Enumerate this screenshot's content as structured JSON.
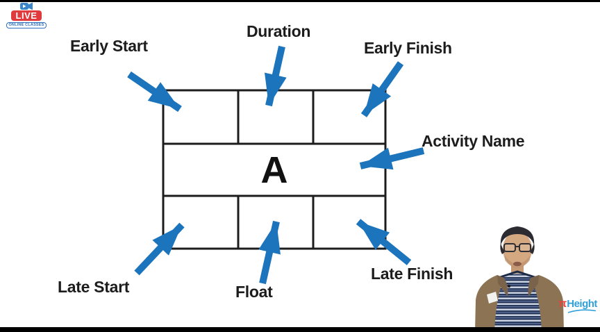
{
  "theme": {
    "arrow_blue": "#1b74bc",
    "line_black": "#1c1c1c",
    "live_red": "#e03a3d",
    "badge_blue": "#2f6fbe",
    "badge_cam_blue": "#3a86c8",
    "logo_red": "#e8433e",
    "logo_blue": "#31a0da",
    "bar_black": "#000000"
  },
  "badge": {
    "live": "LIVE",
    "online": "ONLINE CLASSES"
  },
  "diagram": {
    "activity_letter": "A",
    "labels": {
      "early_start": "Early Start",
      "duration": "Duration",
      "early_finish": "Early Finish",
      "activity_name": "Activity Name",
      "late_start": "Late Start",
      "float": "Float",
      "late_finish": "Late Finish"
    }
  },
  "logo": {
    "mark": "π",
    "text": "Height"
  }
}
